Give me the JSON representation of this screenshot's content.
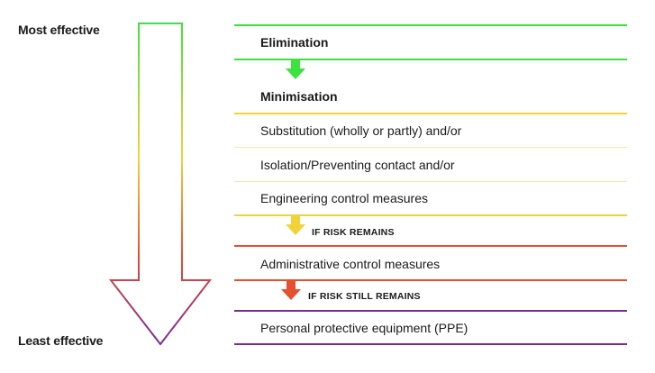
{
  "scale": {
    "most_label": "Most effective",
    "least_label": "Least effective"
  },
  "rows": {
    "elimination": "Elimination",
    "minimisation": "Minimisation",
    "substitution": "Substitution (wholly or partly) and/or",
    "isolation": "Isolation/Preventing contact and/or",
    "engineering": "Engineering control measures",
    "administrative": "Administrative control measures",
    "ppe": "Personal protective equipment (PPE)"
  },
  "notes": {
    "if_risk_remains": "IF RISK REMAINS",
    "if_risk_still_remains": "IF RISK STILL REMAINS"
  },
  "colors": {
    "green": "#3ee23e",
    "yellow": "#f2d23a",
    "light_yellow": "#f7e7a8",
    "red": "#e5502e",
    "purple": "#7a2a9a",
    "text": "#1a1a1a"
  }
}
